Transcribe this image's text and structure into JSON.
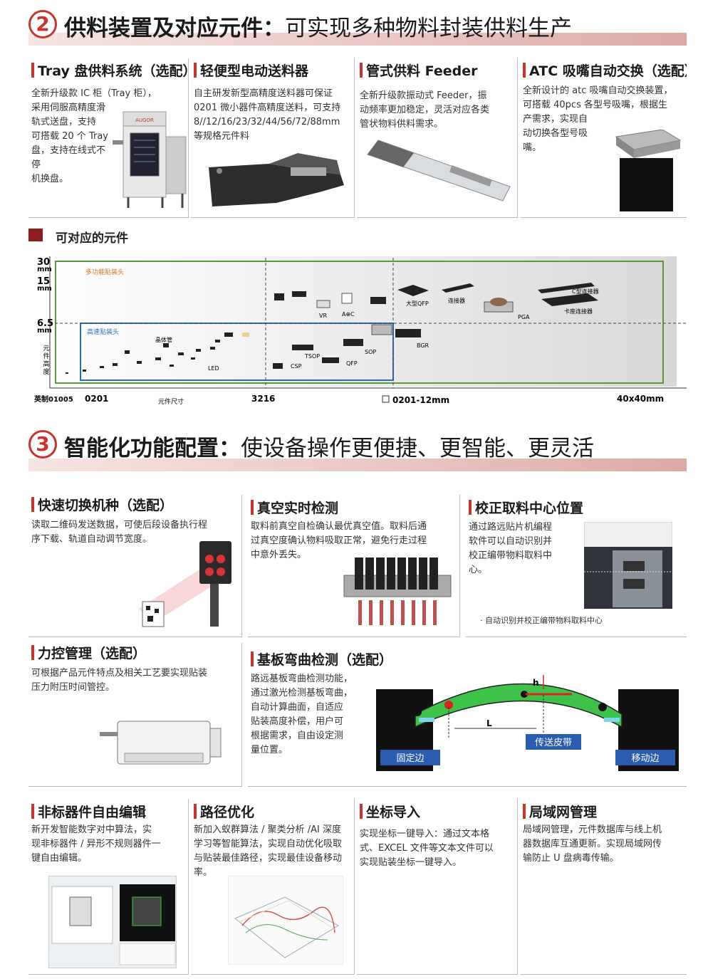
{
  "section2": {
    "num": "2",
    "title_bold": "供料装置及对应元件：",
    "title_rest": "可实现多种物料封装供料生产"
  },
  "section3": {
    "num": "3",
    "title_bold": "智能化功能配置：",
    "title_rest": "使设备操作更便捷、更智能、更灵活"
  },
  "feeders": [
    {
      "title": "Tray 盘供料系统（选配）",
      "lines": [
        "全新升级款 IC 柜（Tray 柜），",
        "采用伺服高精度滑",
        "轨式送盘，支持",
        "可搭载 20 个 Tray",
        "盘，支持在线式不",
        "停",
        "机换盘。"
      ]
    },
    {
      "title": "轻便型电动送料器",
      "lines": [
        "自主研发新型高精度送料器可保证",
        "0201 微小器件高精度送料，可支持",
        "8//12/16/23/32/44/56/72/88mm",
        "等规格元件料"
      ]
    },
    {
      "title": "管式供料 Feeder",
      "lines": [
        "全新升级款振动式 Feeder，振",
        "动频率更加稳定，灵活对应各类",
        "管状物料供料需求。"
      ]
    },
    {
      "title": "ATC 吸嘴自动交换（选配）",
      "lines": [
        "全新设计的 atc 吸嘴自动交换装置，",
        "可搭载 40pcs 各型号吸嘴，根据生",
        "产需求，实现自",
        "动切换各型号吸",
        "嘴。"
      ]
    }
  ],
  "tray_brand": "AUGOR",
  "components_title": "可对应的元件",
  "chart_data": {
    "type": "diagram",
    "y_ticks": [
      "30",
      "15",
      "6.5"
    ],
    "y_unit": "mm",
    "ylabel": "元件高度",
    "x_ticks": [
      "英制01005",
      "0201",
      "3216",
      "0201-12mm",
      "40x40mm"
    ],
    "xlabel": "元件尺寸",
    "regions": [
      "多功能贴装头",
      "高速贴装头"
    ],
    "parts": [
      "晶体管",
      "LED",
      "VR",
      "A⊕C",
      "TSOP",
      "CSP",
      "QFP",
      "SOP",
      "大型QFP",
      "连接器",
      "PGA",
      "BGR",
      "C型连接器",
      "卡座连接器"
    ]
  },
  "features": [
    {
      "title": "快速切换机种（选配）",
      "lines": [
        "读取二维码发送数据，可使后段设备执行程",
        "序下载、轨道自动调节宽度。"
      ]
    },
    {
      "title": "真空实时检测",
      "lines": [
        "取料前真空自检确认最优真空值。取料后通",
        "过真空度确认物料吸取正常，避免行走过程",
        "中意外丢失。"
      ]
    },
    {
      "title": "校正取料中心位置",
      "lines": [
        "通过路远贴片机编程",
        "软件可以自动识别并",
        "校正编带物料取料中",
        "心。"
      ],
      "caption": "· 自动识别并校正编带物料取料中心"
    },
    {
      "title": "力控管理（选配）",
      "lines": [
        "可根据产品元件特点及相关工艺要实现贴装",
        "压力附压时间管控。"
      ]
    },
    {
      "title": "基板弯曲检测（选配）",
      "lines": [
        "路远基板弯曲检测功能，",
        "通过激光检测基板弯曲，",
        "自动计算曲面，自适应",
        "贴装高度补偿，用户可",
        "根据需求，自由设定测",
        "量位置。"
      ],
      "labels": {
        "h": "h",
        "L": "L",
        "belt": "传送皮带",
        "fixed": "固定边",
        "moving": "移动边"
      }
    },
    {
      "title": "非标器件自由编辑",
      "lines": [
        "新开发智能数字对中算法，实",
        "现非标器件 / 异形不规则器件一",
        "键自由编辑。"
      ]
    },
    {
      "title": "路径优化",
      "lines": [
        "新加入蚁群算法 / 聚类分析 /AI 深度",
        "学习等智能算法，实现自动优化吸取",
        "与贴装最佳路径，实现最佳设备移动",
        "率。"
      ]
    },
    {
      "title": "坐标导入",
      "lines": [
        "实现坐标一键导入：通过文本格",
        "式、EXCEL 文件等文本文件可以",
        "实现贴装坐标一键导入。"
      ]
    },
    {
      "title": "局域网管理",
      "lines": [
        "局域网管理，元件数据库与线上机",
        "器数据库互通更新。实现局域网传",
        "输防止 U 盘病毒传输。"
      ]
    }
  ]
}
